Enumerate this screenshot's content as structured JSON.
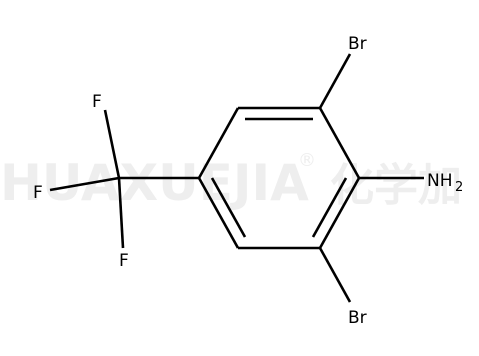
{
  "watermark": {
    "brand": "HUAXUEJIA",
    "registered": "®",
    "chinese": "化学加"
  },
  "atoms": {
    "br_top": "Br",
    "br_bottom": "Br",
    "n_main": "NH",
    "n_sub": "2",
    "f_top": "F",
    "f_left": "F",
    "f_bottom": "F"
  }
}
